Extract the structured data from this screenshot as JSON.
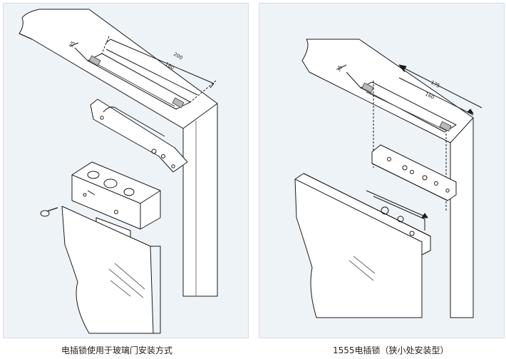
{
  "left_diagram": {
    "caption": "电插锁使用于玻璃门安装方式",
    "dim_outer": "200",
    "dim_inner": "180",
    "dim_small": "35"
  },
  "right_diagram": {
    "caption": "1555电插锁（狭小处安装型）",
    "dim_outer": "175",
    "dim_inner": "160",
    "dim_small": "35"
  },
  "colors": {
    "panel_bg": "#eef3f8",
    "line": "#1a1a1a",
    "plate": "#b9b9b9"
  }
}
